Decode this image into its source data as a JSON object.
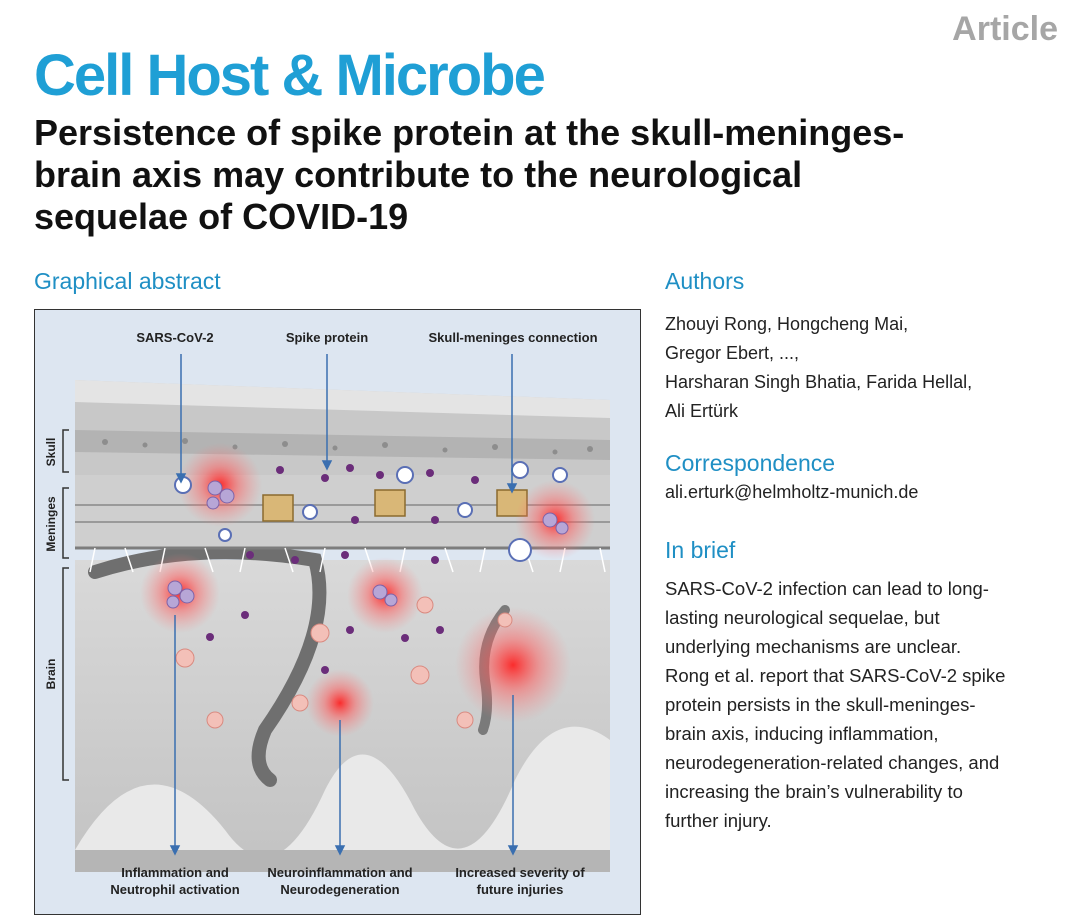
{
  "header": {
    "article_tag": "Article",
    "journal": "Cell Host & Microbe",
    "title_lines": [
      "Persistence of spike protein at the skull-meninges-",
      "brain axis may contribute to the neurological",
      "sequelae of COVID-19"
    ]
  },
  "graphical_abstract": {
    "heading": "Graphical abstract",
    "top_labels": [
      "SARS-CoV-2",
      "Spike protein",
      "Skull-meninges connection"
    ],
    "side_labels": [
      "Skull",
      "Meninges",
      "Brain"
    ],
    "bottom_labels": [
      [
        "Inflammation and",
        "Neutrophil activation"
      ],
      [
        "Neuroinflammation and",
        "Neurodegeneration"
      ],
      [
        "Increased severity of",
        "future injuries"
      ]
    ],
    "colors": {
      "arrow": "#3a6fb0",
      "inflammation": "#ff2a2a",
      "spike": "#6b2d7a",
      "virus": "#5a6fb5"
    }
  },
  "authors": {
    "heading": "Authors",
    "lines": [
      "Zhouyi Rong, Hongcheng Mai,",
      "Gregor Ebert, ...,",
      "Harsharan Singh Bhatia, Farida Hellal,",
      "Ali Ertürk"
    ]
  },
  "correspondence": {
    "heading": "Correspondence",
    "email": "ali.erturk@helmholtz-munich.de"
  },
  "in_brief": {
    "heading": "In brief",
    "lines": [
      "SARS-CoV-2 infection can lead to long-",
      "lasting neurological sequelae, but",
      "underlying mechanisms are unclear.",
      "Rong et al. report that SARS-CoV-2 spike",
      "protein persists in the skull-meninges-",
      "brain axis, inducing inflammation,",
      "neurodegeneration-related changes, and",
      "increasing the brain’s vulnerability to",
      "further injury."
    ]
  }
}
